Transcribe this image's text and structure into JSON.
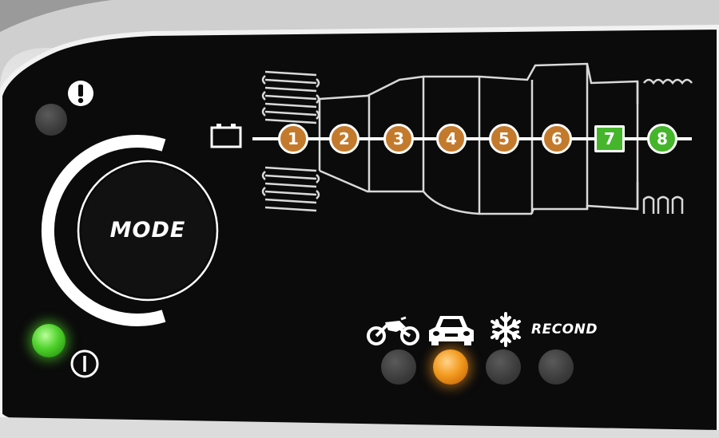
{
  "panel": {
    "mode_button": {
      "label": "MODE"
    },
    "steps": [
      {
        "label": "1",
        "style": "orange"
      },
      {
        "label": "2",
        "style": "orange"
      },
      {
        "label": "3",
        "style": "orange"
      },
      {
        "label": "4",
        "style": "orange"
      },
      {
        "label": "5",
        "style": "orange"
      },
      {
        "label": "6",
        "style": "orange"
      },
      {
        "label": "7",
        "style": "green-square"
      },
      {
        "label": "8",
        "style": "green-circle"
      }
    ],
    "modes": {
      "motorcycle": {
        "icon": "motorcycle-icon",
        "state": "off"
      },
      "car": {
        "icon": "car-icon",
        "state": "on"
      },
      "cold": {
        "icon": "snowflake-icon",
        "state": "off"
      },
      "recond": {
        "label": "RECOND",
        "state": "off"
      }
    },
    "indicators": {
      "error": {
        "icon": "exclamation-icon",
        "state": "off"
      },
      "power": {
        "icon": "power-icon",
        "state": "on"
      }
    },
    "colors": {
      "panel": "#0b0b0b",
      "orange": "#c47a2c",
      "green": "#45b52b",
      "led_green": "#4fd12b",
      "led_orange": "#f39a1f"
    }
  }
}
